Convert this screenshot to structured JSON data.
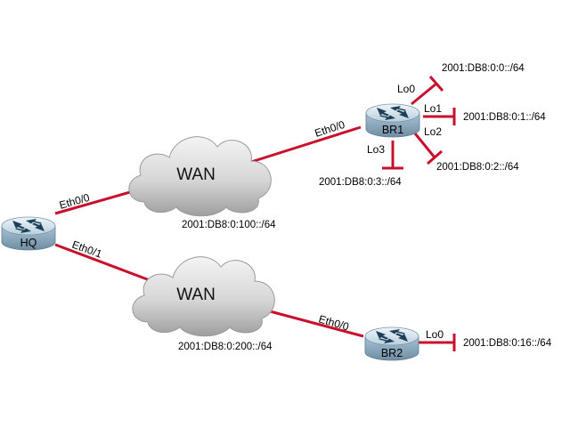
{
  "colors": {
    "link": "#c8102e",
    "cloud_light": "#f2f2f2",
    "cloud_dark": "#a8a8a8",
    "router_light": "#dde9f1",
    "router_dark": "#7f9db2",
    "router_icon": "#1d3f57"
  },
  "icons": {
    "router": "router-icon",
    "cloud": "cloud-icon",
    "loopback": "loopback-terminator-icon"
  },
  "routers": {
    "hq": {
      "name": "HQ"
    },
    "br1": {
      "name": "BR1"
    },
    "br2": {
      "name": "BR2"
    }
  },
  "clouds": {
    "wan1": {
      "label": "WAN",
      "prefix": "2001:DB8:0:100::/64"
    },
    "wan2": {
      "label": "WAN",
      "prefix": "2001:DB8:0:200::/64"
    }
  },
  "interfaces": {
    "hq_eth00": "Eth0/0",
    "hq_eth01": "Eth0/1",
    "br1_eth00": "Eth0/0",
    "br2_eth00": "Eth0/0"
  },
  "loopbacks": {
    "br1_lo0": {
      "name": "Lo0",
      "prefix": "2001:DB8:0:0::/64"
    },
    "br1_lo1": {
      "name": "Lo1",
      "prefix": "2001:DB8:0:1::/64"
    },
    "br1_lo2": {
      "name": "Lo2",
      "prefix": "2001:DB8:0:2::/64"
    },
    "br1_lo3": {
      "name": "Lo3",
      "prefix": "2001:DB8:0:3::/64"
    },
    "br2_lo0": {
      "name": "Lo0",
      "prefix": "2001:DB8:0:16::/64"
    }
  }
}
